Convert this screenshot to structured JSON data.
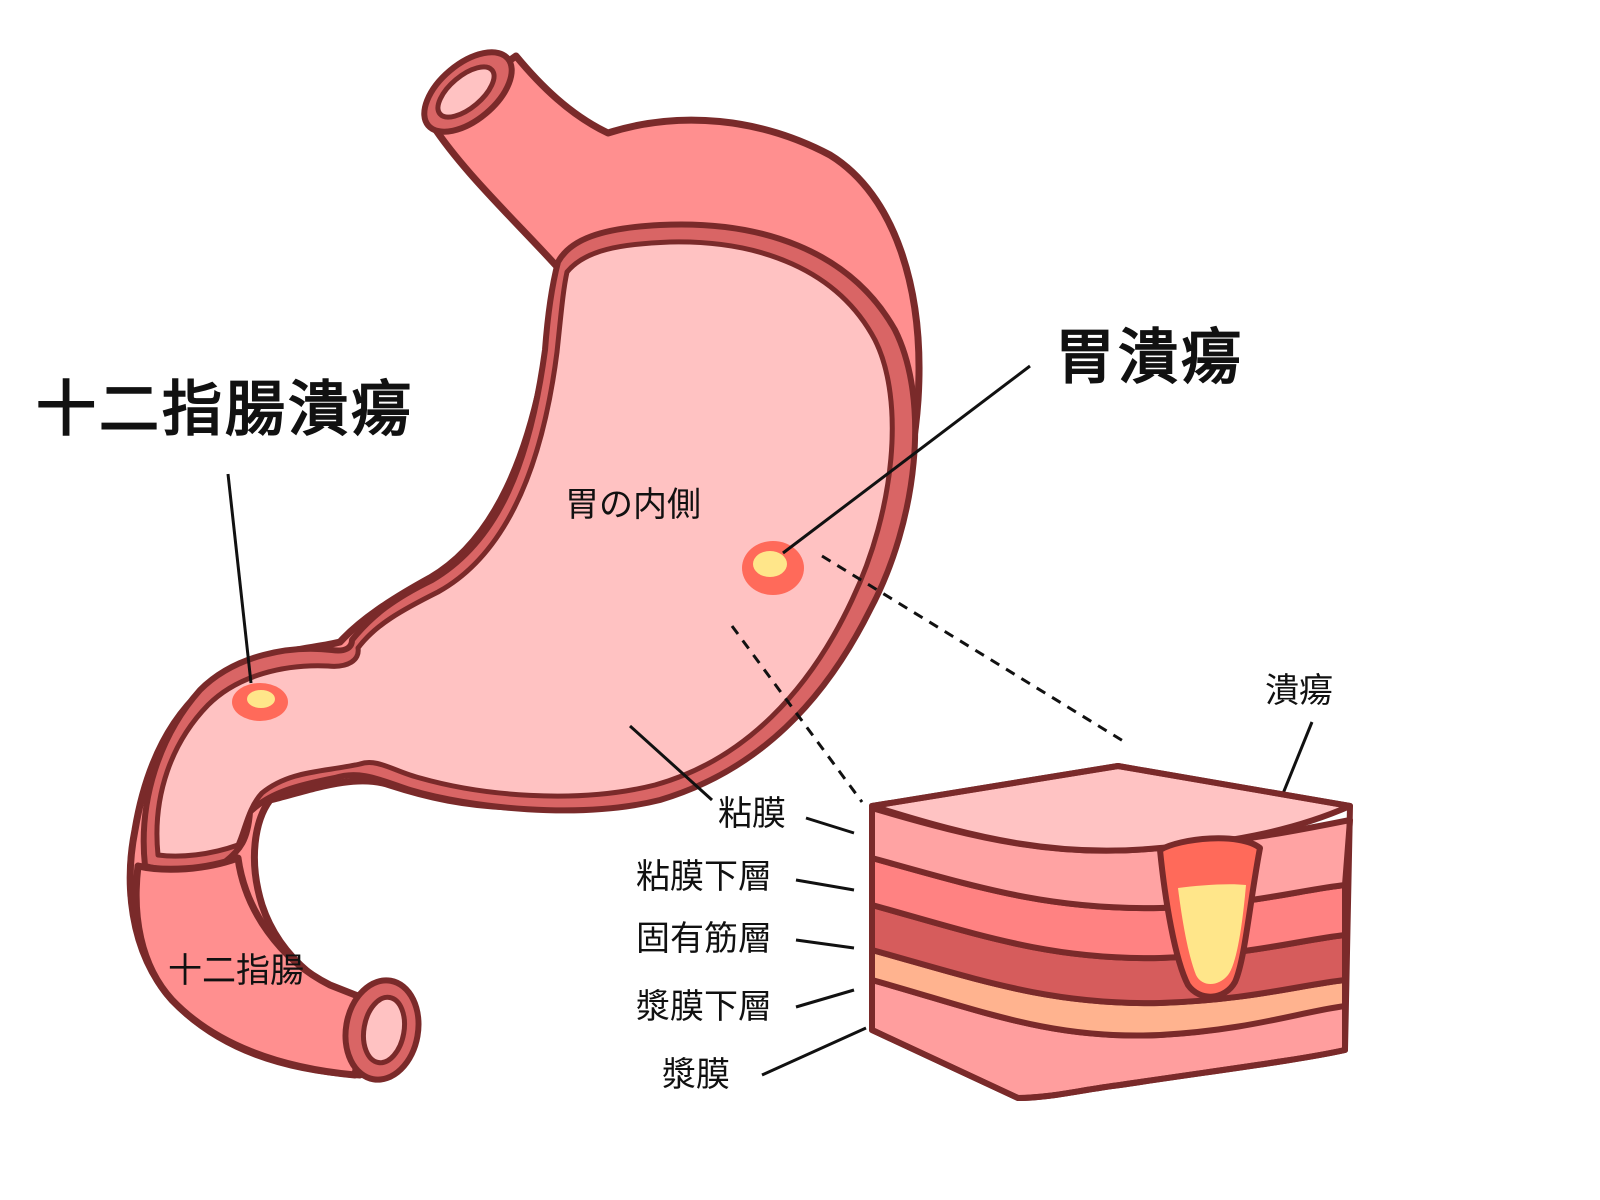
{
  "labels": {
    "duodenal_ulcer": "十二指腸潰瘍",
    "gastric_ulcer": "胃潰瘍",
    "stomach_inside": "胃の内側",
    "duodenum": "十二指腸",
    "ulcer": "潰瘍",
    "mucosa": "粘膜",
    "submucosa": "粘膜下層",
    "muscularis_propria": "固有筋層",
    "subserosa": "漿膜下層",
    "serosa": "漿膜"
  },
  "colors": {
    "outline": "#7a2a2a",
    "stomach_outer": "#ff8f8f",
    "stomach_inner": "#ffc2c2",
    "stomach_wall": "#d96565",
    "ulcer_ring": "#ff6a5a",
    "ulcer_core": "#ffe68a",
    "mucosa_layer": "#ffa3a3",
    "submucosa_layer": "#ff8282",
    "muscularis_layer": "#d65c5c",
    "subserosa_layer": "#ffb38f",
    "serosa_layer": "#ff9e9e",
    "block_top": "#ffc3c3"
  }
}
